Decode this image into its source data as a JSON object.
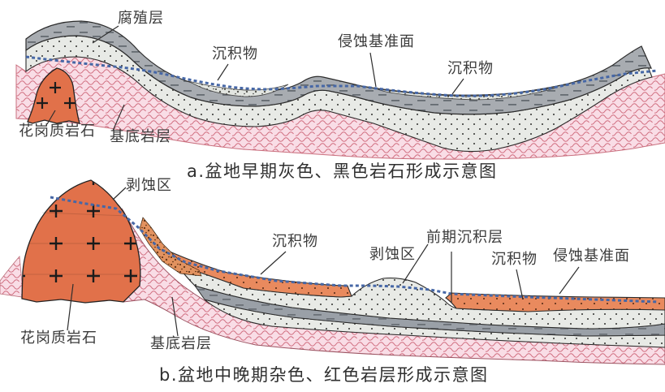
{
  "figure": {
    "type": "geological-cross-section-diagram",
    "background": "#ffffff"
  },
  "diagram_a": {
    "caption": "a.盆地早期灰色、黑色岩石形成示意图",
    "labels": {
      "humus_layer": "腐殖层",
      "sediment_left": "沉积物",
      "erosion_base_level": "侵蚀基准面",
      "sediment_right": "沉积物",
      "granitic_rock": "花岗质岩石",
      "basement_rock": "基底岩层"
    }
  },
  "diagram_b": {
    "caption": "b.盆地中晚期杂色、红色岩层形成示意图",
    "labels": {
      "denudation_area_peak": "剥蚀区",
      "sediment_left": "沉积物",
      "denudation_area_basin": "剥蚀区",
      "earlier_sediment_layer": "前期沉积层",
      "sediment_right": "沉积物",
      "erosion_base_level": "侵蚀基准面",
      "granitic_rock": "花岗质岩石",
      "basement_rock": "基底岩层"
    }
  },
  "colors": {
    "granite_orange": "#e1714a",
    "red_sediment_orange": "#e98a5e",
    "humus_dark_gray": "#a8acb1",
    "humus_dash": "#656b71",
    "middle_gray": "#9aa0a7",
    "light_gray_sediment": "#e8eae6",
    "basement_pink": "#f9dde6",
    "basement_wave_red": "#d06c7e",
    "erosion_base_blue": "#4667a6",
    "outline_black": "#2b2b2b",
    "label_text": "#3b3b3b"
  }
}
